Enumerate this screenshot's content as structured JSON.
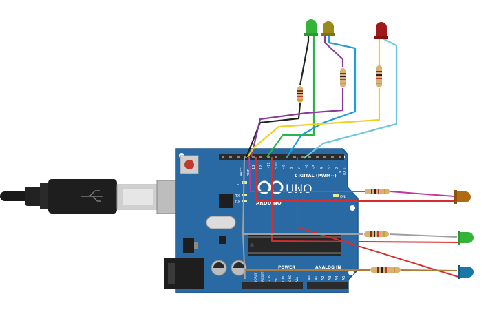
{
  "board": {
    "logo_text": "UNO",
    "brand_text": "ARDUINO",
    "digital_label": "DIGITAL (PWM~)",
    "aref_label": "AREF",
    "gnd_label": "GND",
    "digital_pins": [
      "13",
      "12",
      "~11",
      "~10",
      "~9",
      "8",
      "7",
      "~6",
      "~5",
      "4",
      "~3",
      "2",
      "TX 1",
      "RX 0"
    ],
    "led_l": "L",
    "led_tx": "TX",
    "led_rx": "RX",
    "led_on": "ON",
    "power_label": "POWER",
    "power_pins": [
      "IOREF",
      "RESET",
      "3.3V",
      "5V",
      "GND",
      "GND",
      "Vin"
    ],
    "analog_label": "ANALOG IN",
    "analog_pins": [
      "A0",
      "A1",
      "A2",
      "A3",
      "A4",
      "A5"
    ]
  },
  "colors": {
    "board": "#2a6aa4",
    "header": "#2b2b2b",
    "wire_green": "#2db34a",
    "wire_purple": "#8b3a9e",
    "wire_blue": "#1f9fd6",
    "wire_yellow": "#f0d020",
    "wire_lightblue": "#6ac8d8",
    "wire_black": "#222222",
    "wire_red": "#d92c2c",
    "wire_magenta": "#c0389a",
    "wire_gray": "#a0a0a0",
    "wire_brown": "#b07a3a",
    "led_green": "#35b339",
    "led_olive": "#9a8a1a",
    "led_red": "#a01818",
    "led_orange": "#b06a14",
    "led_blue": "#1a78a8"
  }
}
